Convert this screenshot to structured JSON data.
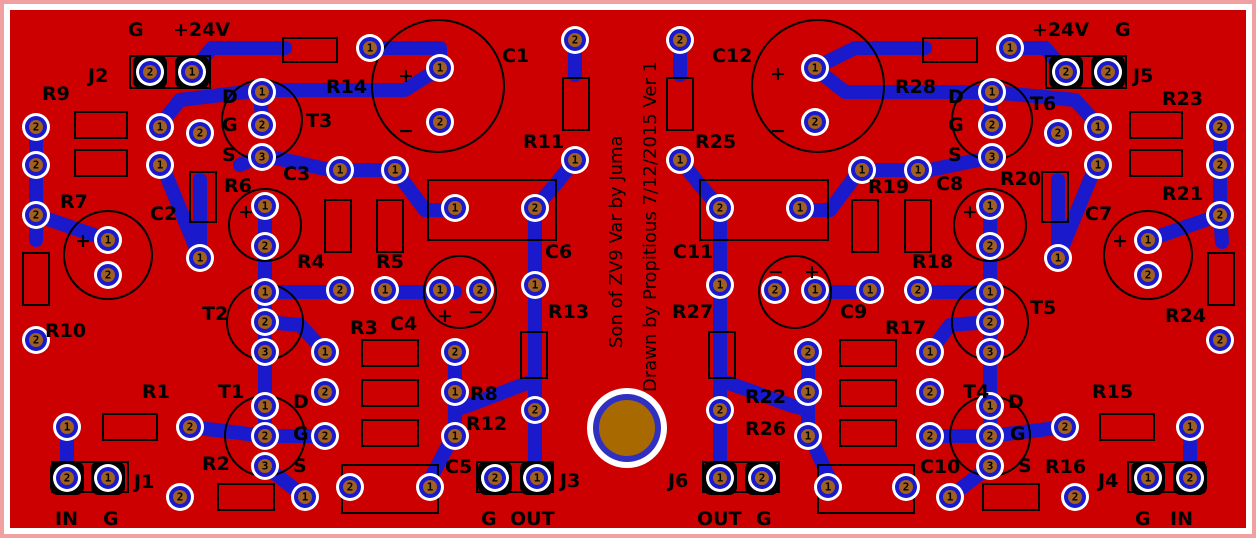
{
  "colors": {
    "board_border": "#f0a0a0",
    "board_fill": "#cc0000",
    "trace": "#1a1acc",
    "pad_ring": "#ffffff",
    "pad_fill": "#a06020",
    "silk": "#000000",
    "mount_ring": "#3030c0",
    "mount_fill": "#a86a00"
  },
  "vertical_text": {
    "line1": "Son of ZV9 Var by Juma",
    "line2": "Drawn by Propitious 7/12/2015 Ver 1"
  },
  "labels": {
    "G_j2": "G",
    "plus24_left": "+24V",
    "J2": "J2",
    "R14": "R14",
    "C1": "C1",
    "R9": "R9",
    "D_t3": "D",
    "G_t3": "G",
    "S_t3": "S",
    "T3": "T3",
    "R7": "R7",
    "R6": "R6",
    "C3": "C3",
    "C2": "C2",
    "R11": "R11",
    "R4": "R4",
    "R5": "R5",
    "C6": "C6",
    "R10": "R10",
    "T2": "T2",
    "R3": "R3",
    "C4": "C4",
    "R13": "R13",
    "R1": "R1",
    "T1": "T1",
    "D_t1": "D",
    "G_t1": "G",
    "S_t1": "S",
    "R8": "R8",
    "R12": "R12",
    "R2": "R2",
    "J1": "J1",
    "C5": "C5",
    "J3": "J3",
    "IN_left": "IN",
    "G_j1": "G",
    "G_j3": "G",
    "OUT_left": "OUT",
    "C12": "C12",
    "plus24_right": "+24V",
    "G_j5": "G",
    "J5": "J5",
    "R28": "R28",
    "D_t6": "D",
    "T6": "T6",
    "G_t6": "G",
    "R23": "R23",
    "R25": "R25",
    "S_t6": "S",
    "R19": "R19",
    "C8": "C8",
    "R20": "R20",
    "C7": "C7",
    "R21": "R21",
    "C11": "C11",
    "R18": "R18",
    "R27": "R27",
    "C9": "C9",
    "R17": "R17",
    "T5": "T5",
    "R24": "R24",
    "R22": "R22",
    "T4": "T4",
    "R15": "R15",
    "R26": "R26",
    "D_t4": "D",
    "G_t4": "G",
    "S_t4": "S",
    "C10": "C10",
    "R16": "R16",
    "J6": "J6",
    "J4": "J4",
    "OUT_right": "OUT",
    "G_j6": "G",
    "G_j4": "G",
    "IN_right": "IN",
    "plus_c1": "+",
    "minus_c1": "−",
    "plus_c2": "+",
    "plus_c3": "+",
    "plus_c4": "+",
    "minus_c4": "−",
    "plus_c12": "+",
    "minus_c12": "−",
    "plus_c9": "+",
    "minus_c9": "−",
    "plus_c8": "+",
    "plus_c7": "+"
  },
  "pad_numbers": {
    "one": "1",
    "two": "2",
    "three": "3"
  }
}
